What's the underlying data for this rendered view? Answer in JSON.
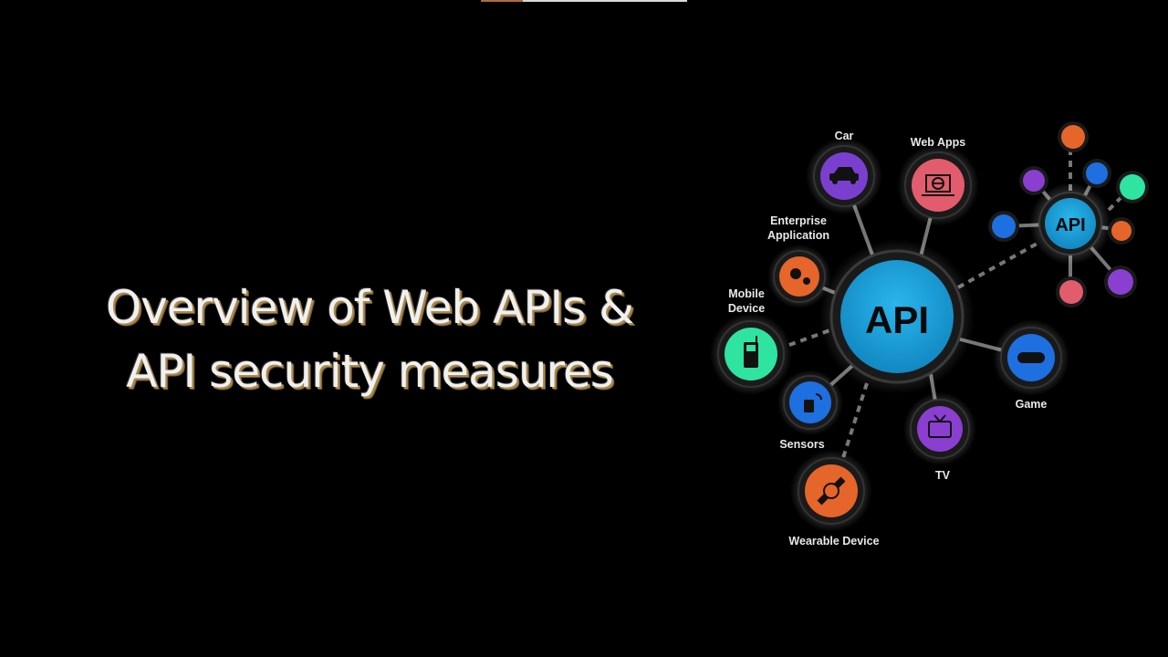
{
  "slide": {
    "title_line1": "Overview of Web APIs &",
    "title_line2": "API security measures"
  },
  "diagram": {
    "hub_label": "API",
    "mini_hub_label": "API",
    "nodes": [
      {
        "label": "Car",
        "icon": "car-icon",
        "color": "#7b3fd0"
      },
      {
        "label": "Web Apps",
        "icon": "laptop-globe-icon",
        "color": "#e25c6e"
      },
      {
        "label": "Enterprise Application",
        "icon": "gears-icon",
        "color": "#e5652a"
      },
      {
        "label": "Mobile Device",
        "icon": "mobile-phone-icon",
        "color": "#2fe3a0"
      },
      {
        "label": "Sensors",
        "icon": "sensor-icon",
        "color": "#1e6fe0"
      },
      {
        "label": "Wearable Device",
        "icon": "watch-icon",
        "color": "#e5652a"
      },
      {
        "label": "TV",
        "icon": "tv-icon",
        "color": "#8a3fd0"
      },
      {
        "label": "Game",
        "icon": "gamepad-icon",
        "color": "#1e6fe0"
      }
    ],
    "labels": {
      "car": "Car",
      "web_apps": "Web Apps",
      "enterprise_1": "Enterprise",
      "enterprise_2": "Application",
      "mobile_1": "Mobile",
      "mobile_2": "Device",
      "sensors": "Sensors",
      "wearable": "Wearable Device",
      "tv": "TV",
      "game": "Game"
    },
    "colors": {
      "hub": "#1ea3dc",
      "background": "#000000",
      "title_shadow": "#a88a4f"
    }
  }
}
